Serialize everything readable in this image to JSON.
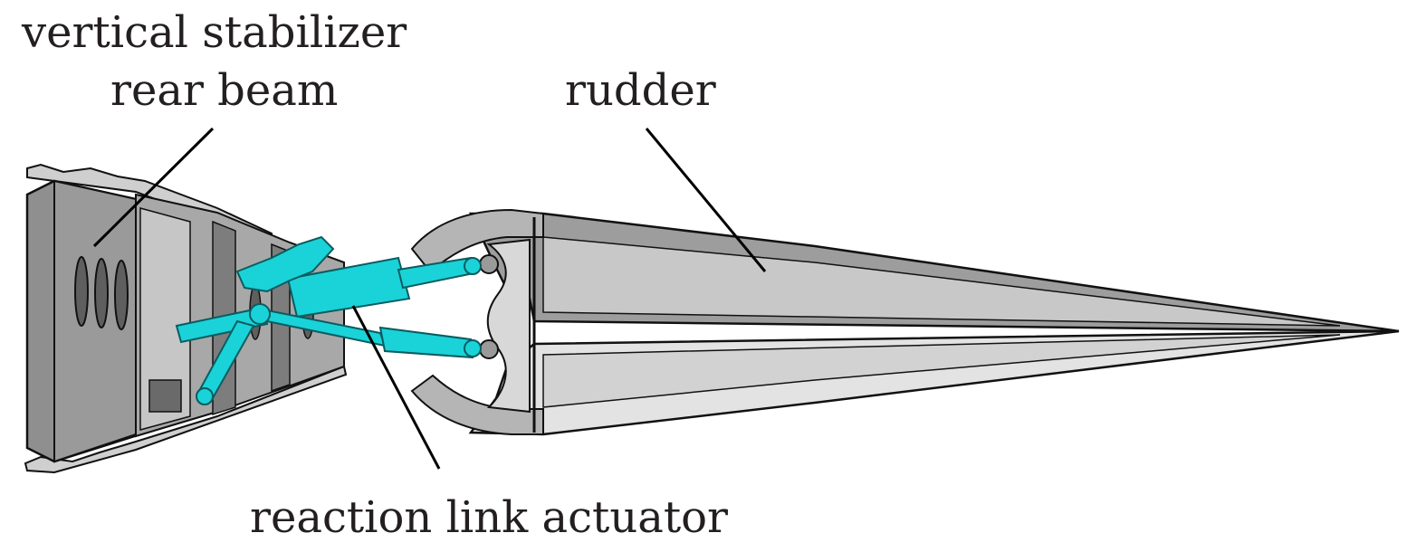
{
  "labels": {
    "stabilizer_line1": "vertical stabilizer",
    "stabilizer_line2": "rear beam",
    "rudder": "rudder",
    "actuator": "reaction link actuator"
  },
  "colors": {
    "actuator": "#19d3d8",
    "actuator_dark": "#0f9aa0",
    "metal_dark": "#8f8f8f",
    "metal_mid": "#b9b9b9",
    "metal_light": "#e0e0e0",
    "outline": "#111111",
    "leader": "#000000"
  }
}
